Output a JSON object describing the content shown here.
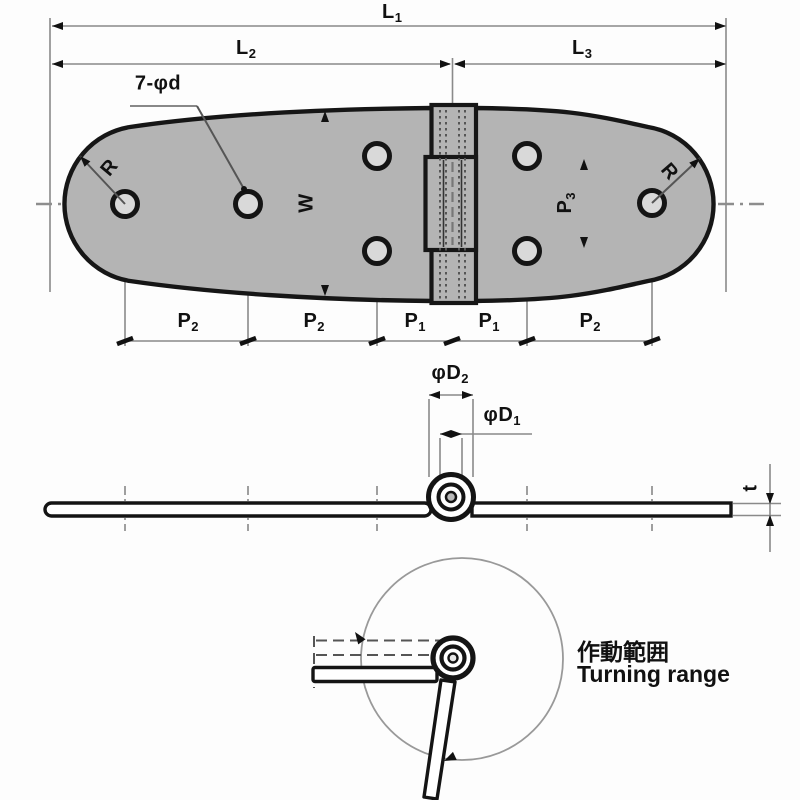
{
  "drawing": {
    "dim_labels": {
      "l1": {
        "base": "L",
        "sub": "1"
      },
      "l2": {
        "base": "L",
        "sub": "2"
      },
      "l3": {
        "base": "L",
        "sub": "3"
      },
      "holes": "7-φd",
      "radius_left": "R",
      "radius_right": "R",
      "width": "W",
      "p3": {
        "base": "P",
        "sub": "3"
      },
      "p2_1": {
        "base": "P",
        "sub": "2"
      },
      "p2_2": {
        "base": "P",
        "sub": "2"
      },
      "p1_1": {
        "base": "P",
        "sub": "1"
      },
      "p1_2": {
        "base": "P",
        "sub": "1"
      },
      "p2_3": {
        "base": "P",
        "sub": "2"
      },
      "d2": {
        "base": "φD",
        "sub": "2"
      },
      "d1": {
        "base": "φD",
        "sub": "1"
      },
      "thickness": "t"
    },
    "turning": {
      "jp": "作動範囲",
      "en": "Turning range"
    }
  }
}
